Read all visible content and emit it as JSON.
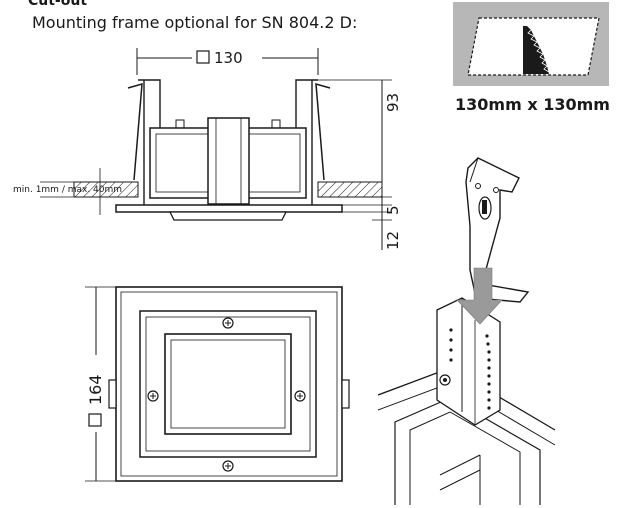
{
  "header": {
    "cut_heading": "Cut-out",
    "subtitle": "Mounting frame optional for SN 804.2 D:"
  },
  "cutout": {
    "size_label": "130mm x 130mm"
  },
  "section_view": {
    "width_label": "130",
    "height_label": "93",
    "lip_label": "5",
    "depth_label": "12",
    "ceiling_label": "min. 1mm / max. 40mm"
  },
  "plan_view": {
    "size_label": "164"
  },
  "colors": {
    "ink": "#1a1a1a",
    "panel_grey": "#b7b7b7",
    "arrow_grey": "#9a9a9a"
  }
}
